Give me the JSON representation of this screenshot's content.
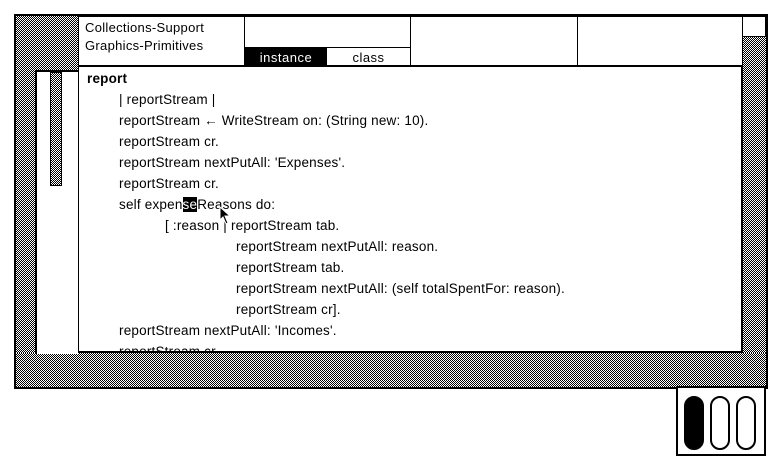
{
  "browser": {
    "categories": [
      "Collections-Support",
      "Graphics-Primitives"
    ],
    "tabs": {
      "instance": "instance",
      "class": "class",
      "selected": "instance"
    }
  },
  "code": {
    "lines": [
      "report",
      "| reportStream |",
      "reportStream ← WriteStream on: (String new: 10).",
      "reportStream cr.",
      "reportStream nextPutAll: 'Expenses'.",
      "reportStream cr.",
      "self expenseReasons do:",
      "[ :reason | reportStream tab.",
      "reportStream nextPutAll: reason.",
      "reportStream tab.",
      "reportStream nextPutAll: (self totalSpentFor: reason).",
      "reportStream cr].",
      "reportStream nextPutAll: 'Incomes'.",
      "reportStream cr."
    ],
    "selection_line": {
      "before": "self expen",
      "selected": "se",
      "after": "Reasons do:"
    }
  },
  "mouse": {
    "buttons": [
      "red",
      "yellow",
      "blue"
    ],
    "pressed": "red"
  }
}
